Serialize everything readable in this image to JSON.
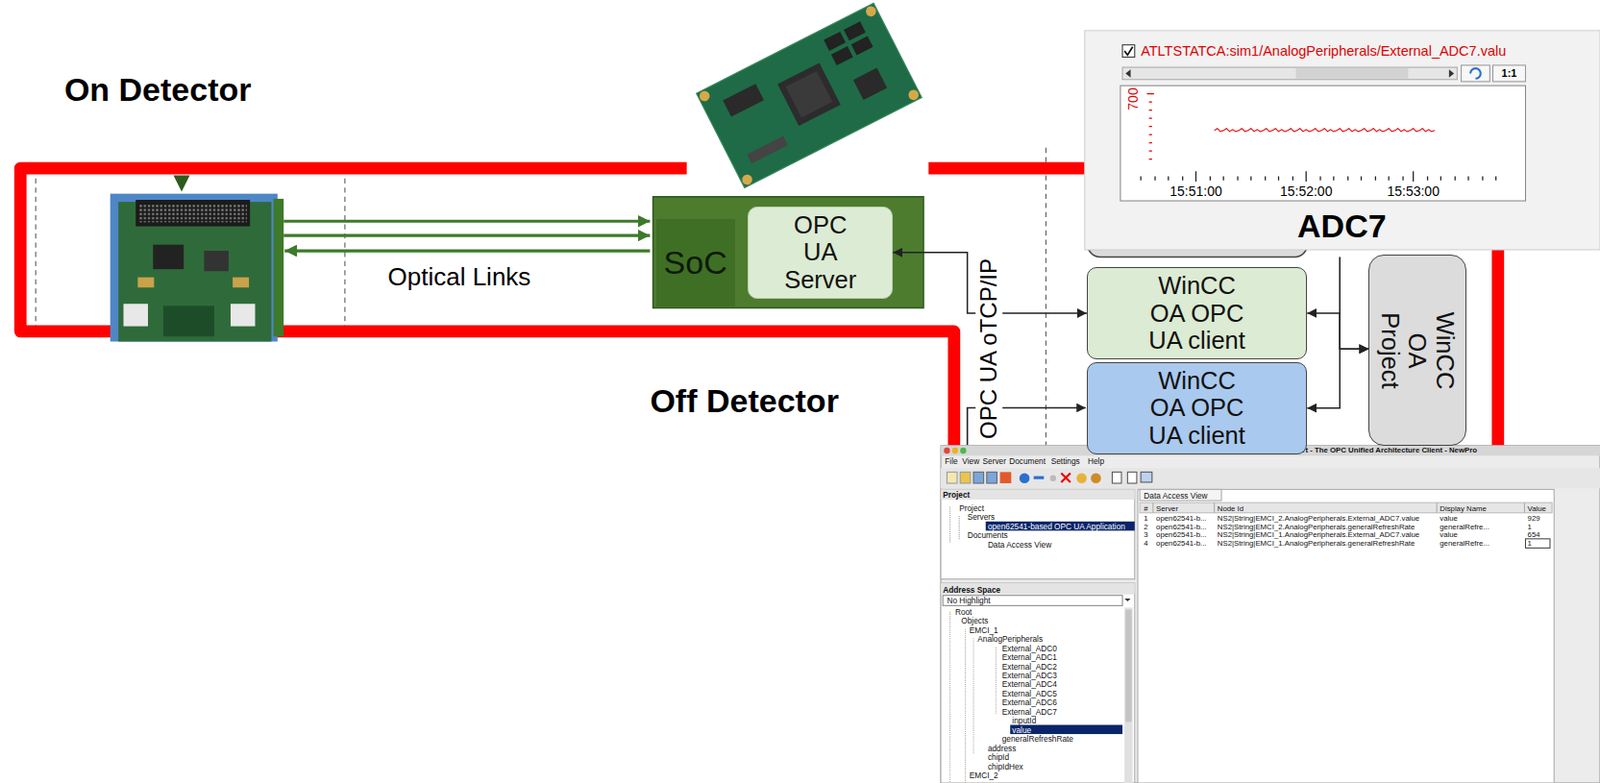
{
  "diagram": {
    "nodes": [
      {
        "text": [
          "SoC"
        ]
      },
      {
        "text": [
          "OPC UA Server"
        ]
      },
      {
        "text": [
          "WinCC OA OPC UA client"
        ]
      },
      {
        "text": [
          "WinCC OA OPC UA client"
        ]
      },
      {
        "text": [
          "WinCC OA Project"
        ]
      }
    ],
    "edges": [
      {
        "from": 1,
        "to": 2,
        "arrow": "both"
      },
      {
        "from": 4,
        "to": 2,
        "arrow": "both"
      },
      {
        "from": 4,
        "to": 3,
        "arrow": "both"
      }
    ],
    "labels": [
      "On Detector",
      "Optical Links",
      "Off Detector",
      "OPC UA oTCP/IP",
      "ATLTSTATCA:sim1/AnalogPeripherals/External_ADC7.valu",
      "1:1",
      "700",
      "15:51:00",
      "15:52:00",
      "15:53:00",
      "ADC7",
      "Unified Automation UaExpert - The OPC Unified Architecture Client - NewPro",
      "File",
      "View",
      "Server",
      "Document",
      "Settings",
      "Help",
      "Project",
      "Project",
      "Servers",
      "open62541-based OPC UA Application",
      "Documents",
      "Data Access View",
      "Address Space",
      "No Highlight",
      "Root",
      "Objects",
      "EMCI_1",
      "AnalogPeripherals",
      "External_ADC0",
      "External_ADC1",
      "External_ADC2",
      "External_ADC3",
      "External_ADC4",
      "External_ADC5",
      "External_ADC6",
      "External_ADC7",
      "inputId",
      "value",
      "generalRefreshRate",
      "address",
      "chipId",
      "chipIdHex",
      "EMCI_2",
      "Data Access View",
      "#",
      "Server",
      "Node Id",
      "Display Name",
      "Value",
      "1",
      "open62541-b...",
      "NS2|String|EMCI_2.AnalogPeripherals.External_ADC7.value",
      "value",
      "929",
      "2",
      "open62541-b...",
      "NS2|String|EMCI_2.AnalogPeripherals.generalRefreshRate",
      "generalRefre...",
      "1",
      "3",
      "open62541-b...",
      "NS2|String|EMCI_1.AnalogPeripherals.External_ADC7.value",
      "value",
      "654",
      "4",
      "open62541-b...",
      "NS2|String|EMCI_1.AnalogPeripherals.generalRefreshRate",
      "generalRefre...",
      "1"
    ]
  }
}
